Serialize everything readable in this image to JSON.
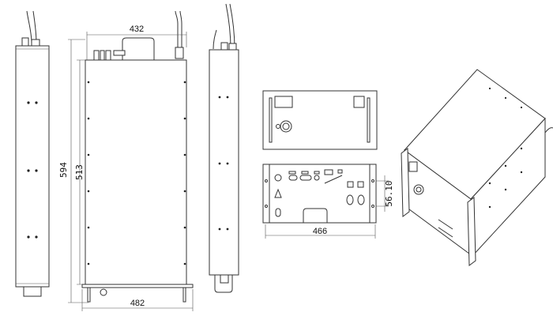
{
  "dimensions": {
    "top_width": "432",
    "overall_height": "594",
    "body_height": "513",
    "flange_width": "482",
    "rear_width": "466",
    "hole_spacing": "56.10"
  },
  "colors": {
    "line": "#333333",
    "background": "#ffffff"
  }
}
